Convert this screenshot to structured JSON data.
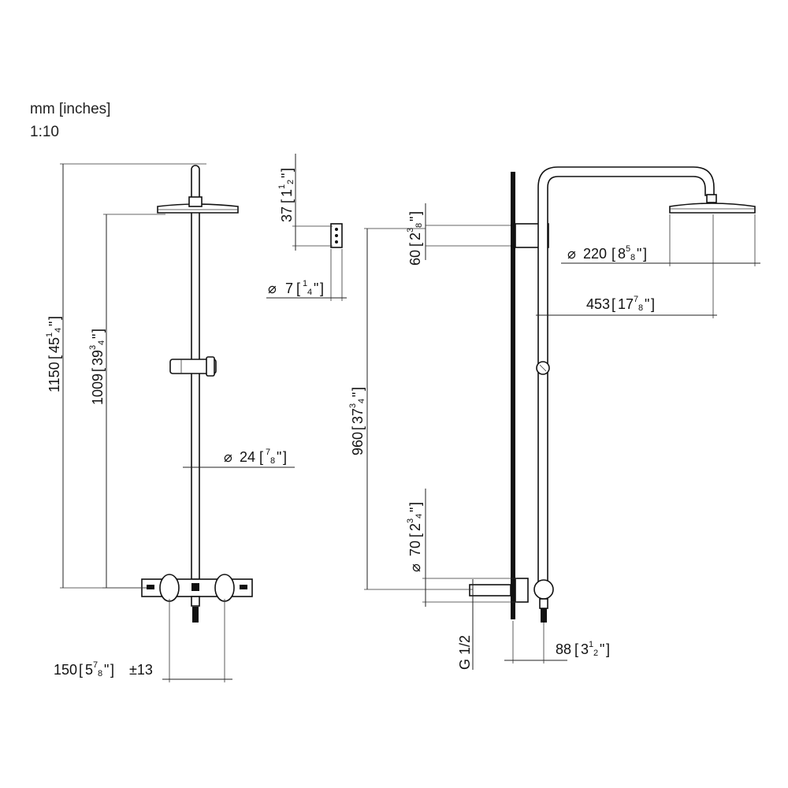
{
  "header": {
    "units": "mm [inches]",
    "scale": "1:10"
  },
  "dims": {
    "overall_height": {
      "mm": "1150",
      "whole": "45",
      "num": "1",
      "den": "4"
    },
    "head_height": {
      "mm": "1009",
      "whole": "39",
      "num": "3",
      "den": "4"
    },
    "rail_diameter": {
      "mm": "24",
      "num": "7",
      "den": "8"
    },
    "centers": {
      "mm": "150",
      "whole": "5",
      "num": "7",
      "den": "8",
      "tol": "±13"
    },
    "bracket_height": {
      "mm": "37",
      "whole": "1",
      "num": "1",
      "den": "2"
    },
    "bracket_hole": {
      "mm": "7",
      "num": "1",
      "den": "4"
    },
    "arm_height": {
      "mm": "60",
      "whole": "2",
      "num": "3",
      "den": "8"
    },
    "head_diameter": {
      "mm": "220",
      "whole": "8",
      "num": "5",
      "den": "8"
    },
    "projection": {
      "mm": "453",
      "whole": "17",
      "num": "7",
      "den": "8"
    },
    "arm_to_valve": {
      "mm": "960",
      "whole": "37",
      "num": "3",
      "den": "4"
    },
    "escutcheon": {
      "mm": "70",
      "whole": "2",
      "num": "3",
      "den": "4"
    },
    "thread": {
      "label": "G 1/2"
    },
    "wall_offset": {
      "mm": "88",
      "whole": "3",
      "num": "1",
      "den": "2"
    }
  },
  "symbols": {
    "diameter": "⌀",
    "inch": "\""
  }
}
